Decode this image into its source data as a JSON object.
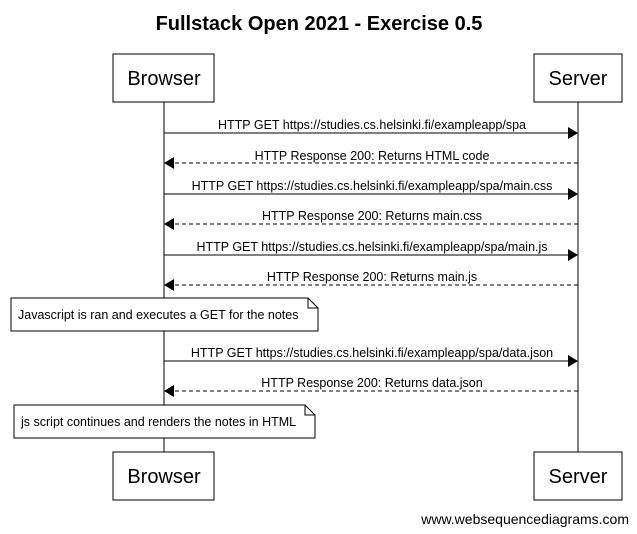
{
  "title": "Fullstack Open 2021 - Exercise 0.5",
  "participants": {
    "left": "Browser",
    "right": "Server"
  },
  "messages": [
    {
      "from": "Browser",
      "to": "Server",
      "kind": "request",
      "label": "HTTP GET https://studies.cs.helsinki.fi/exampleapp/spa"
    },
    {
      "from": "Server",
      "to": "Browser",
      "kind": "response",
      "label": "HTTP Response 200: Returns HTML code"
    },
    {
      "from": "Browser",
      "to": "Server",
      "kind": "request",
      "label": "HTTP GET https://studies.cs.helsinki.fi/exampleapp/spa/main.css"
    },
    {
      "from": "Server",
      "to": "Browser",
      "kind": "response",
      "label": "HTTP Response 200: Returns main.css"
    },
    {
      "from": "Browser",
      "to": "Server",
      "kind": "request",
      "label": "HTTP GET https://studies.cs.helsinki.fi/exampleapp/spa/main.js"
    },
    {
      "from": "Server",
      "to": "Browser",
      "kind": "response",
      "label": "HTTP Response 200: Returns main.js"
    },
    {
      "from": "Browser",
      "to": "Server",
      "kind": "request",
      "label": "HTTP GET https://studies.cs.helsinki.fi/exampleapp/spa/data.json"
    },
    {
      "from": "Server",
      "to": "Browser",
      "kind": "response",
      "label": "HTTP Response 200: Returns data.json"
    }
  ],
  "notes": [
    {
      "over": "Browser",
      "label": "Javascript is ran and executes a GET for the notes"
    },
    {
      "over": "Browser",
      "label": "js script continues and renders the notes in HTML"
    }
  ],
  "footer": "www.websequencediagrams.com"
}
